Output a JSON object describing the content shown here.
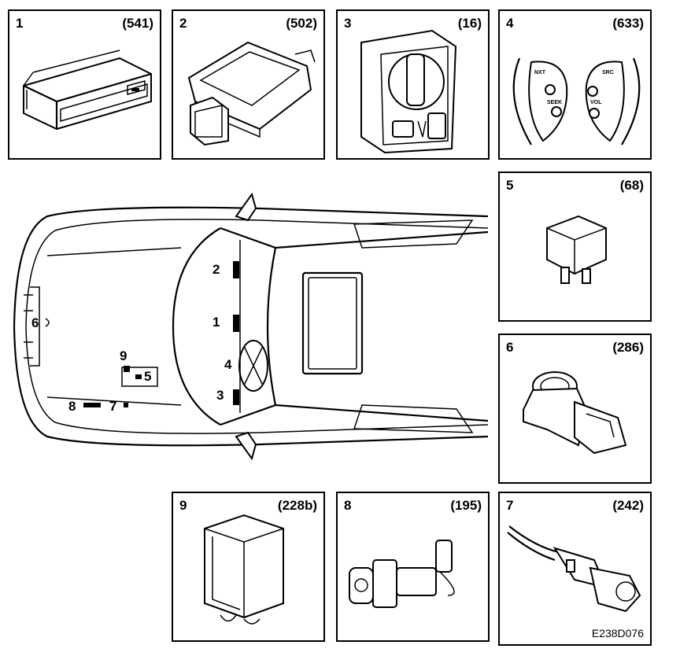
{
  "components": [
    {
      "number": "1",
      "ref": "(541)"
    },
    {
      "number": "2",
      "ref": "(502)"
    },
    {
      "number": "3",
      "ref": "(16)"
    },
    {
      "number": "4",
      "ref": "(633)"
    },
    {
      "number": "5",
      "ref": "(68)"
    },
    {
      "number": "6",
      "ref": "(286)"
    },
    {
      "number": "9",
      "ref": "(228b)"
    },
    {
      "number": "8",
      "ref": "(195)"
    },
    {
      "number": "7",
      "ref": "(242)"
    }
  ],
  "steering_buttons": {
    "nxt": "NXT",
    "seek": "SEEK",
    "src": "SRC",
    "vol": "VOL"
  },
  "car_markers": [
    "2",
    "1",
    "4",
    "3",
    "6",
    "9",
    "5",
    "8",
    "7"
  ],
  "figure_code": "E238D076"
}
